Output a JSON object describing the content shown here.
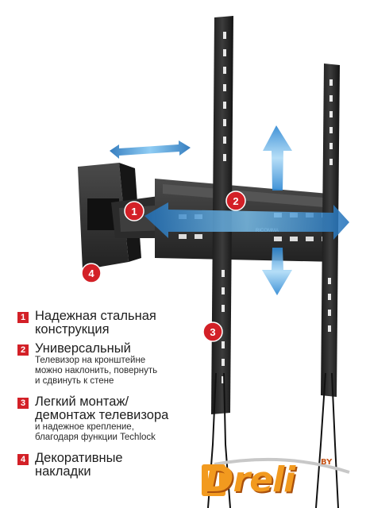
{
  "product": {
    "bracket_label": "RICOMMA",
    "markers": [
      "1",
      "2",
      "3",
      "4"
    ]
  },
  "features": [
    {
      "num": "1",
      "title": [
        "Надежная стальная",
        "конструкция"
      ],
      "desc": []
    },
    {
      "num": "2",
      "title": [
        "Универсальный"
      ],
      "desc": [
        "Телевизор на кронштейне",
        "можно наклонить, повернуть",
        "и сдвинуть к стене"
      ]
    },
    {
      "num": "3",
      "title": [
        "Легкий монтаж/",
        "демонтаж  телевизора"
      ],
      "desc": [
        "и надежное крепление,",
        "благодаря функции Techlock"
      ]
    },
    {
      "num": "4",
      "title": [
        "Декоративные",
        "накладки"
      ],
      "desc": []
    }
  ],
  "logo": {
    "text": "Dreli",
    "suffix": "BY"
  },
  "colors": {
    "marker_red": "#d32027",
    "arrow_blue": "#2f8fd8",
    "logo_orange": "#f29a1f"
  }
}
